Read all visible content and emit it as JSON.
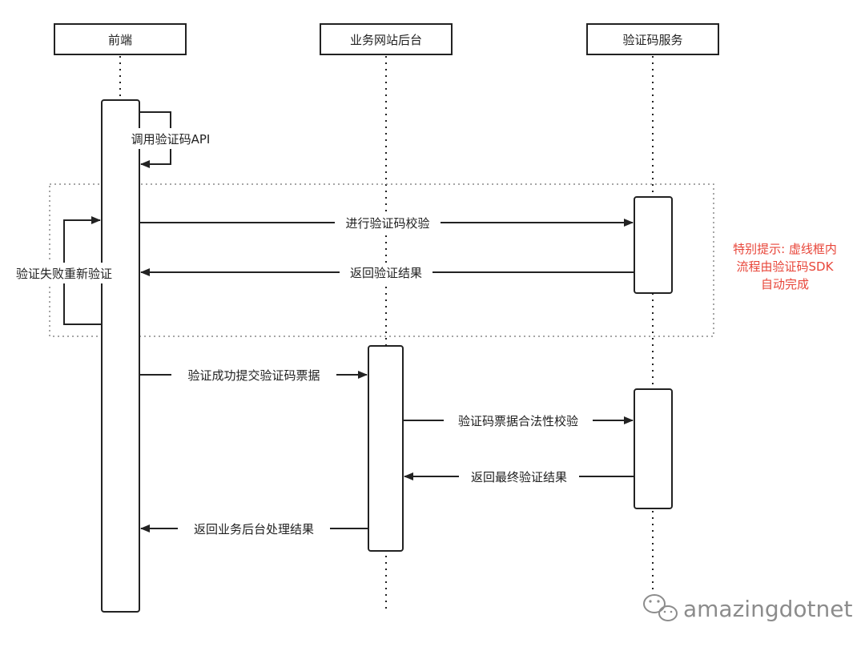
{
  "participants": {
    "frontend": "前端",
    "backend": "业务网站后台",
    "captcha_service": "验证码服务"
  },
  "messages": {
    "call_api": "调用验证码API",
    "verify": "进行验证码校验",
    "return_result": "返回验证结果",
    "retry": "验证失败重新验证",
    "submit_ticket": "验证成功提交验证码票据",
    "validate_ticket": "验证码票据合法性校验",
    "final_result": "返回最终验证结果",
    "business_result": "返回业务后台处理结果"
  },
  "note": {
    "line1": "特别提示: 虚线框内",
    "line2": "流程由验证码SDK",
    "line3": "自动完成",
    "color": "#e8463a"
  },
  "watermark": {
    "text": "amazingdotnet",
    "icon": "wechat-icon"
  }
}
